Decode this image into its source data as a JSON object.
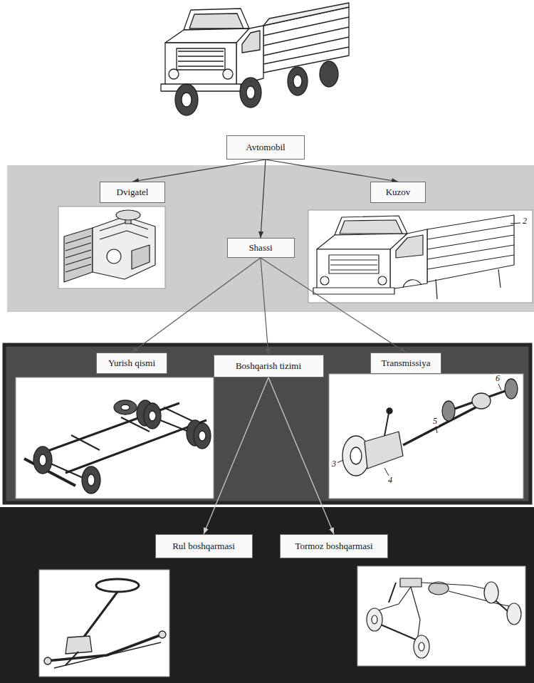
{
  "diagram": {
    "nodes": [
      {
        "text": [
          "Avtomobil"
        ]
      },
      {
        "text": [
          "Dvigatel"
        ]
      },
      {
        "text": [
          "Kuzov"
        ]
      },
      {
        "text": [
          "Shassi"
        ]
      },
      {
        "text": [
          "Yurish qismi"
        ]
      },
      {
        "text": [
          "Boshqarish tizimi"
        ]
      },
      {
        "text": [
          "Transmissiya"
        ]
      },
      {
        "text": [
          "Rul boshqarmasi"
        ]
      },
      {
        "text": [
          "Tormoz boshqarmasi"
        ]
      }
    ],
    "edges": [
      {
        "from": 0,
        "to": 1,
        "arrow": "to"
      },
      {
        "from": 0,
        "to": 3,
        "arrow": "to"
      },
      {
        "from": 0,
        "to": 2,
        "arrow": "to"
      },
      {
        "from": 3,
        "to": 4,
        "arrow": "to"
      },
      {
        "from": 3,
        "to": 5,
        "arrow": "to"
      },
      {
        "from": 3,
        "to": 6,
        "arrow": "to"
      },
      {
        "from": 5,
        "to": 7,
        "arrow": "to"
      },
      {
        "from": 5,
        "to": 8,
        "arrow": "to"
      }
    ],
    "labels": [
      "2",
      "3",
      "4",
      "5",
      "6"
    ]
  }
}
